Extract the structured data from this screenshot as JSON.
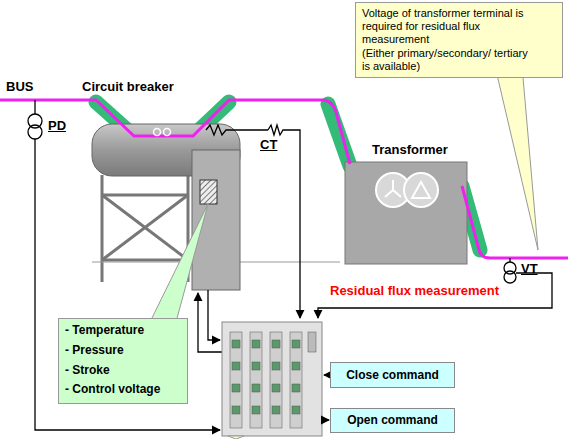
{
  "diagram": {
    "nodes": [
      {
        "text": [
          "Voltage of transformer terminal is required for residual flux measurement",
          "(Either primary/secondary/ tertiary is available)"
        ]
      },
      {
        "text": [
          "- Temperature",
          "- Pressure",
          "- Stroke",
          "- Control voltage"
        ]
      },
      {
        "text": [
          "Close command"
        ]
      },
      {
        "text": [
          "Open command"
        ]
      }
    ],
    "labels": [
      "BUS",
      "Circuit breaker",
      "PD",
      "CT",
      "Transformer",
      "VT",
      "Residual flux measurement"
    ]
  }
}
